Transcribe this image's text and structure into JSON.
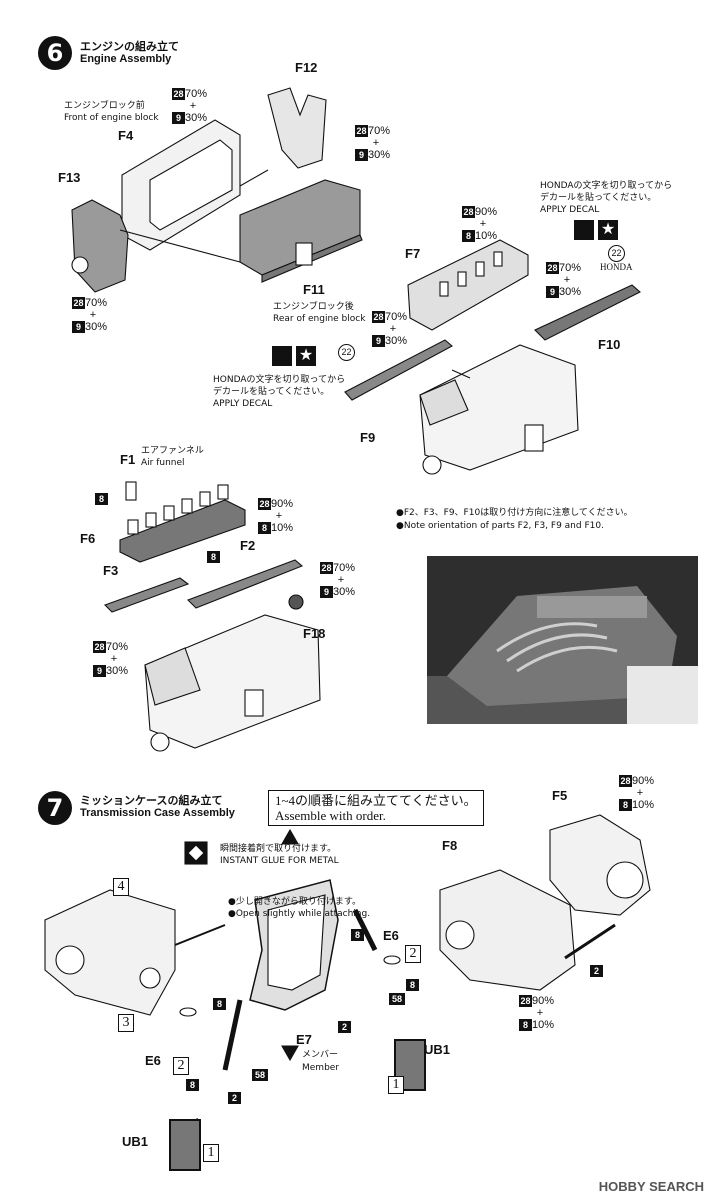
{
  "step6": {
    "number": "6",
    "title_jp": "エンジンの組み立て",
    "title_en": "Engine Assembly"
  },
  "step7": {
    "number": "7",
    "title_jp": "ミッションケースの組み立て",
    "title_en": "Transmission Case Assembly",
    "order_jp": "1~4の順番に組み立ててください。",
    "order_en": "Assemble with order."
  },
  "parts": {
    "F12": "F12",
    "F4": "F4",
    "F13": "F13",
    "F11": "F11",
    "F7": "F7",
    "F10": "F10",
    "F9": "F9",
    "F1": "F1",
    "F6": "F6",
    "F2": "F2",
    "F3": "F3",
    "F18": "F18",
    "F5": "F5",
    "F8": "F8",
    "E6a": "E6",
    "E6b": "E6",
    "E7": "E7",
    "UB1a": "UB1",
    "UB1b": "UB1"
  },
  "labels": {
    "front_jp": "エンジンブロック前",
    "front_en": "Front of engine block",
    "rear_jp": "エンジンブロック後",
    "rear_en": "Rear of engine block",
    "honda_decal_jp_1": "HONDAの文字を切り取ってから",
    "honda_decal_jp_2": "デカールを貼ってください。",
    "apply_decal": "APPLY DECAL",
    "air_funnel_jp": "エアファンネル",
    "air_funnel_en": "Air funnel",
    "orientation_jp": "●F2、F3、F9、F10は取り付け方向に注意してください。",
    "orientation_en": "●Note orientation of parts F2, F3, F9 and F10.",
    "glue_jp": "瞬間接着剤で取り付けます。",
    "glue_en": "INSTANT GLUE FOR METAL",
    "open_jp": "●少し開きながら取り付けます。",
    "open_en": "●Open slightly while attaching.",
    "member_jp": "メンバー",
    "member_en": "Member",
    "decal_no": "22",
    "honda_word": "HONDA"
  },
  "paint": {
    "c28": "28",
    "c9": "9",
    "c8": "8",
    "p70": "70%",
    "p30": "30%",
    "p90": "90%",
    "p10": "10%",
    "plus": "+"
  },
  "codes": {
    "b8": "8",
    "b2": "2",
    "b58": "58"
  },
  "order_numbers": {
    "n1": "1",
    "n2": "2",
    "n3": "3",
    "n4": "4"
  },
  "watermark": "HOBBY SEARCH",
  "colors": {
    "ink": "#111111",
    "gray_part": "#9a9a9a",
    "light_part": "#e6e6e6"
  }
}
